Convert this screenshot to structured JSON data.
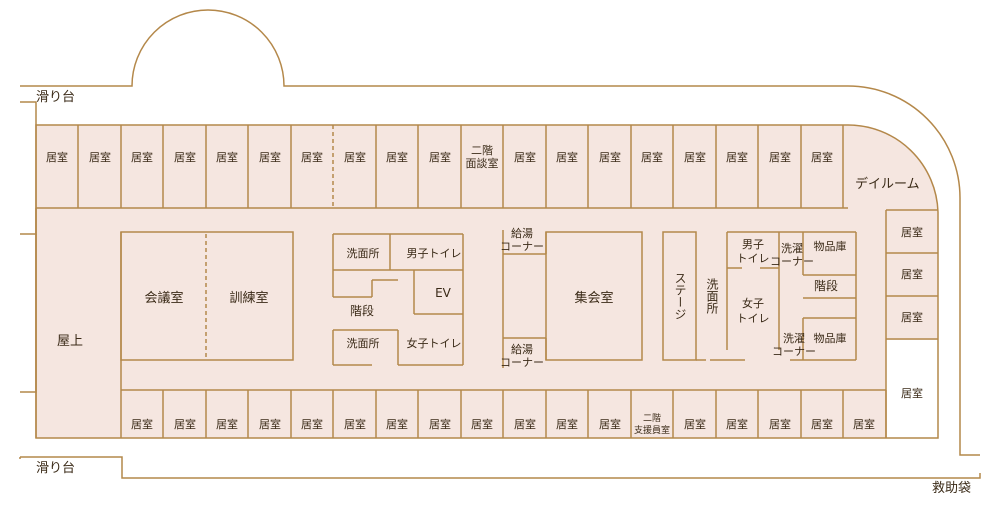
{
  "labels": {
    "slide_top": "滑り台",
    "slide_bottom": "滑り台",
    "rescue_bag": "救助袋",
    "rooftop": "屋上",
    "day_room": "デイルーム",
    "resident_room": "居室",
    "interview_room": [
      "二階",
      "面談室"
    ],
    "support_staff_room": [
      "二階",
      "支援員室"
    ],
    "meeting_room": "会議室",
    "training_room": "訓練室",
    "washroom": "洗面所",
    "mens_toilet": "男子トイレ",
    "womens_toilet": "女子トイレ",
    "mens_toilet_stacked": [
      "男子",
      "トイレ"
    ],
    "womens_toilet_stacked": [
      "女子",
      "トイレ"
    ],
    "elevator": "EV",
    "stairs": "階段",
    "kitchenette": [
      "給湯",
      "コーナー"
    ],
    "assembly_hall": "集会室",
    "stage": "ステージ",
    "washroom_vertical": "洗面所",
    "laundry_corner": [
      "洗濯",
      "コーナー"
    ],
    "storage": "物品庫"
  }
}
